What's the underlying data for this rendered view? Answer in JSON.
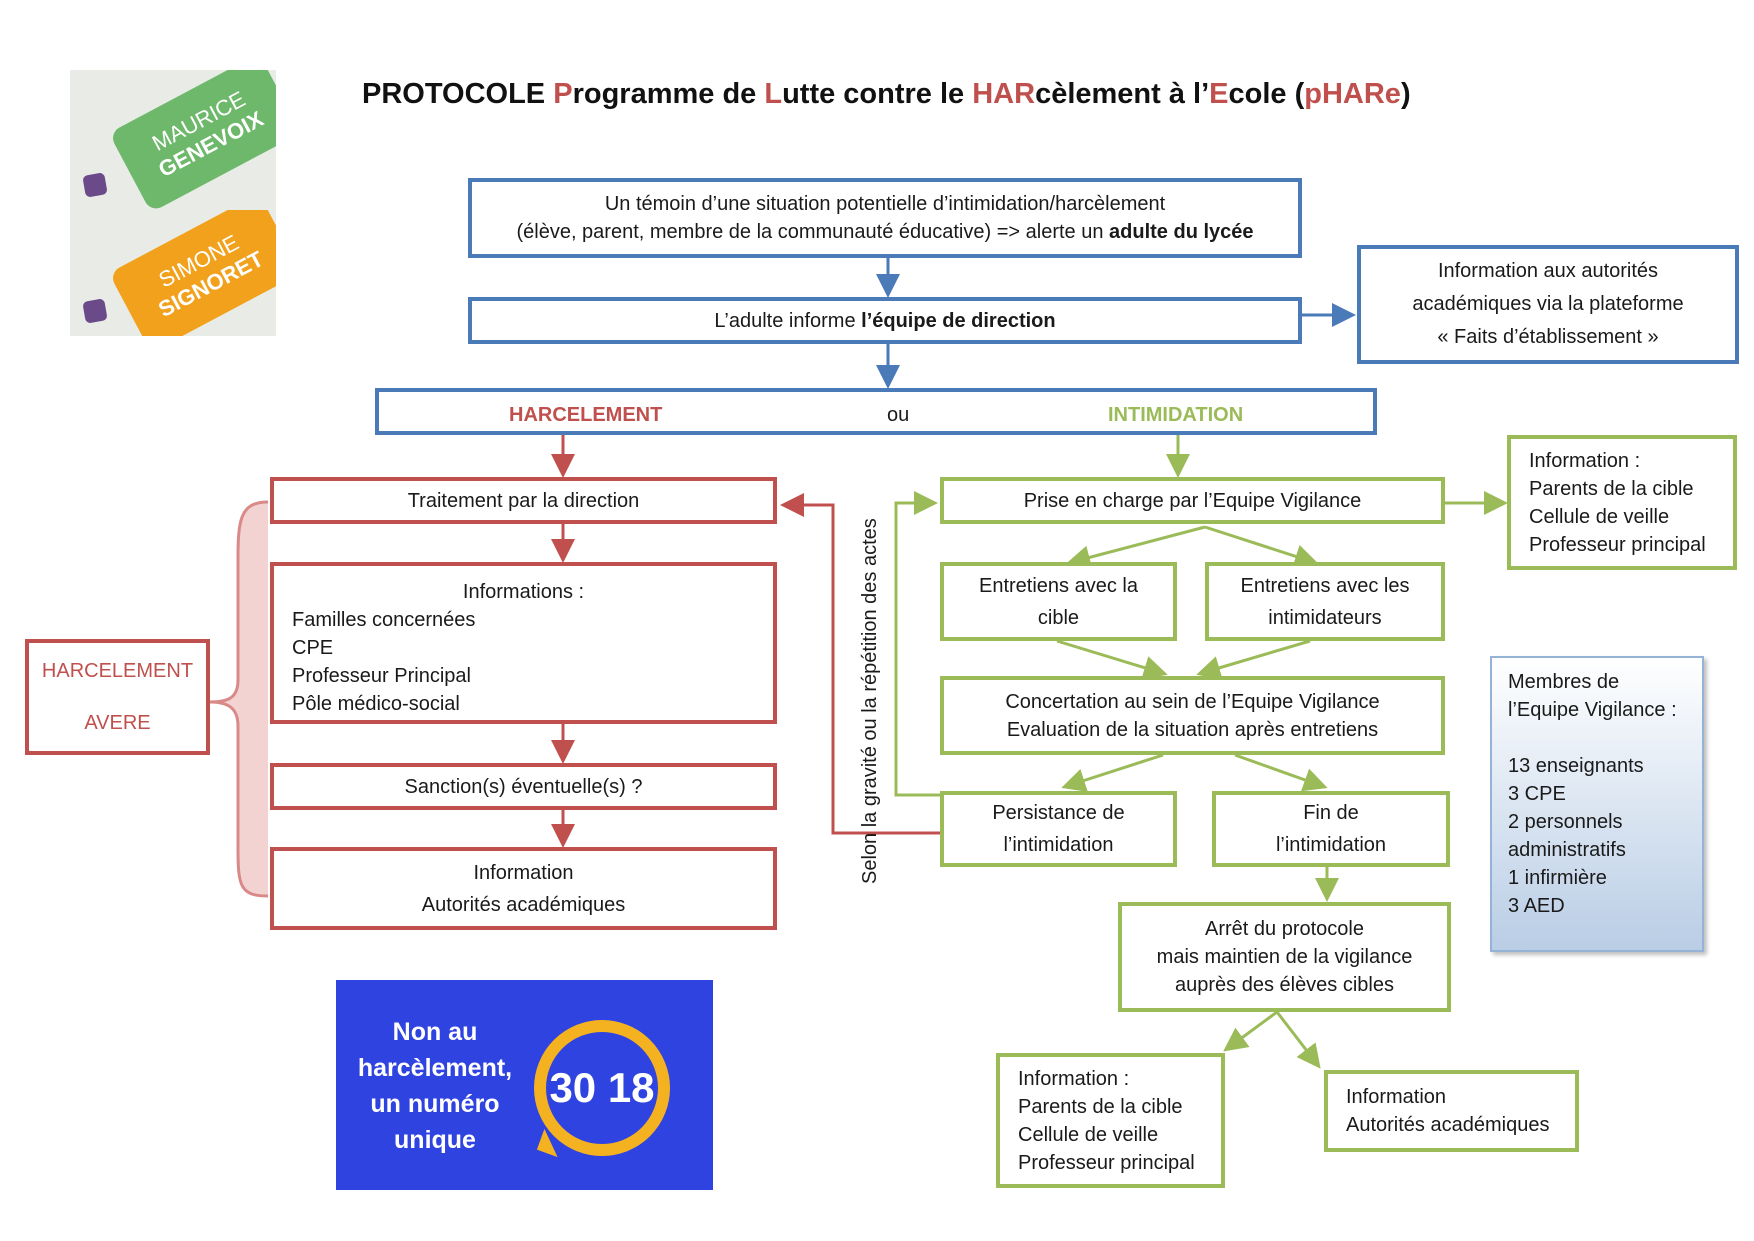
{
  "title": {
    "parts": [
      {
        "t": "PROTOCOLE ",
        "c": "n"
      },
      {
        "t": "P",
        "c": "a"
      },
      {
        "t": "rogramme de ",
        "c": "n"
      },
      {
        "t": "L",
        "c": "a"
      },
      {
        "t": "utte contre le ",
        "c": "n"
      },
      {
        "t": "HAR",
        "c": "a"
      },
      {
        "t": "cèlement à l’",
        "c": "n"
      },
      {
        "t": "E",
        "c": "a"
      },
      {
        "t": "cole (",
        "c": "n"
      },
      {
        "t": "pHARe",
        "c": "a"
      },
      {
        "t": ")",
        "c": "n"
      }
    ]
  },
  "logos": {
    "school1": {
      "line1": "MAURICE",
      "line2": "GENEVOIX",
      "color": "#6db86a"
    },
    "school2": {
      "line1": "SIMONE",
      "line2": "SIGNORET",
      "color": "#f2a11c"
    }
  },
  "colors": {
    "blue": "#4a7ab8",
    "red": "#c0504d",
    "green": "#9bbb59"
  },
  "nodes": {
    "temoin": {
      "l1": "Un témoin d’une situation potentielle d’intimidation/harcèlement",
      "l2a": "(élève, parent, membre de la communauté éducative) => alerte un ",
      "l2b": "adulte du lycée"
    },
    "informe": {
      "a": "L’adulte informe ",
      "b": "l’équipe de direction"
    },
    "autorites": {
      "l1": "Information aux autorités",
      "l2": "académiques via la plateforme",
      "l3": "« Faits d’établissement »"
    },
    "choice": {
      "harcelement": "HARCELEMENT",
      "ou": "ou",
      "intimidation": "INTIMIDATION"
    },
    "traitement": "Traitement par la direction",
    "informations": {
      "title": "Informations :",
      "items": [
        "Familles concernées",
        "CPE",
        "Professeur Principal",
        "Pôle médico-social"
      ]
    },
    "sanction": "Sanction(s) éventuelle(s) ?",
    "info_autorites": {
      "l1": "Information",
      "l2": "Autorités académiques"
    },
    "avere": {
      "l1": "HARCELEMENT",
      "l2": "AVERE"
    },
    "prise_en_charge": "Prise en charge par l’Equipe Vigilance",
    "info_parents_top": {
      "title": "Information :",
      "items": [
        "Parents de la cible",
        "Cellule de veille",
        "Professeur principal"
      ]
    },
    "entretiens_cible": {
      "l1": "Entretiens avec la",
      "l2": "cible"
    },
    "entretiens_intim": {
      "l1": "Entretiens avec les",
      "l2": "intimidateurs"
    },
    "concertation": {
      "l1": "Concertation au sein de l’Equipe Vigilance",
      "l2": "Evaluation de la situation après entretiens"
    },
    "persistance": {
      "l1": "Persistance de",
      "l2": "l’intimidation"
    },
    "fin": {
      "l1": "Fin de",
      "l2": "l’intimidation"
    },
    "arret": {
      "l1": "Arrêt du protocole",
      "l2": "mais maintien de la vigilance",
      "l3": "auprès des élèves cibles"
    },
    "info_parents_bottom": {
      "title": "Information :",
      "items": [
        "Parents de la cible",
        "Cellule de veille",
        "Professeur principal"
      ]
    },
    "info_autorites_bottom": {
      "l1": "Information",
      "l2": "Autorités académiques"
    },
    "membres": {
      "title1": "Membres de",
      "title2": "l’Equipe Vigilance :",
      "items": [
        "13 enseignants",
        "3 CPE",
        "2 personnels",
        "administratifs",
        "1 infirmière",
        "3 AED"
      ]
    }
  },
  "vertical_label": "Selon la gravité ou la répétition des actes",
  "banner": {
    "l1": "Non au",
    "l2": "harcèlement,",
    "l3": "un numéro",
    "l4": "unique",
    "number": "30 18"
  }
}
